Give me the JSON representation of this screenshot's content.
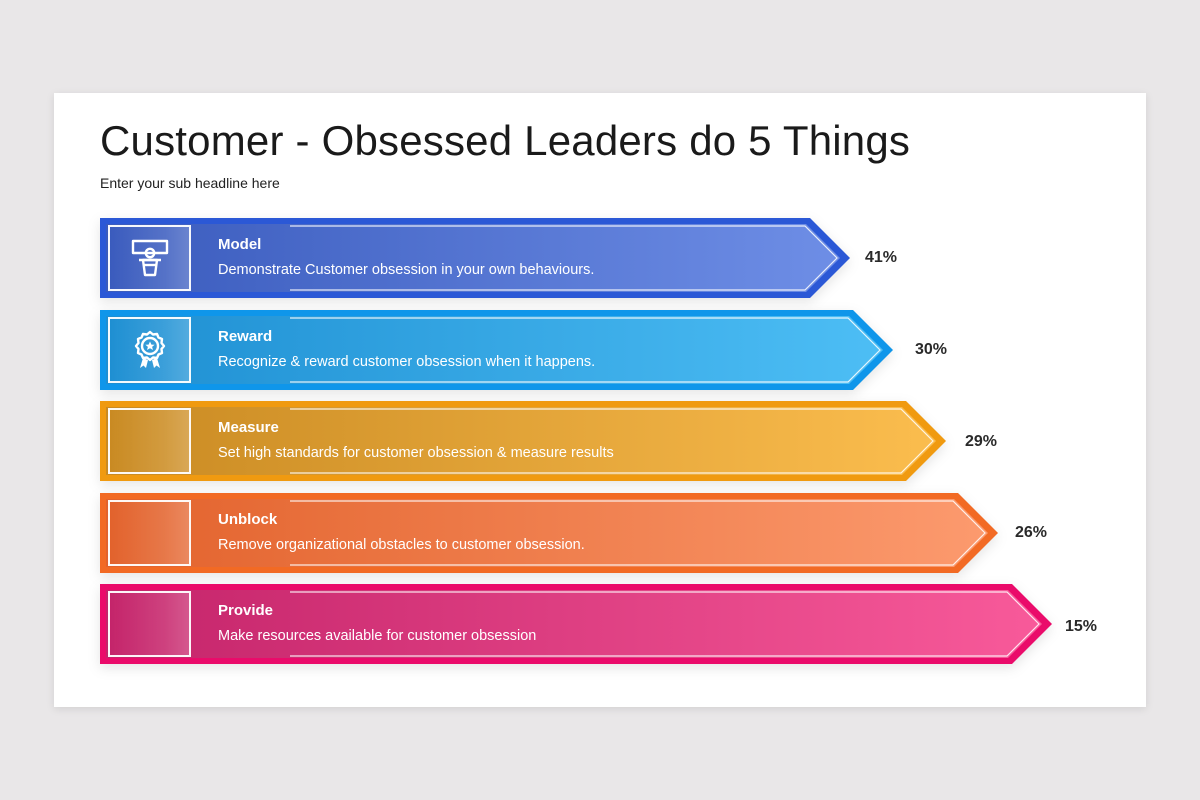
{
  "slide": {
    "title": "Customer - Obsessed Leaders do 5 Things",
    "subtitle": "Enter your sub headline here"
  },
  "items": [
    {
      "title": "Model",
      "description": "Demonstrate Customer obsession in your own behaviours.",
      "percent": "41%",
      "icon": "podium-speaker-icon",
      "colors": {
        "border": "#2b58d6",
        "fill_start": "#3a5bbd",
        "fill_end": "#6e8ee6"
      }
    },
    {
      "title": "Reward",
      "description": "Recognize & reward customer obsession when it happens.",
      "percent": "30%",
      "icon": "award-badge-icon",
      "colors": {
        "border": "#0f96ea",
        "fill_start": "#1e8fd2",
        "fill_end": "#4dbef5"
      }
    },
    {
      "title": "Measure",
      "description": "Set high standards for customer obsession & measure results",
      "percent": "29%",
      "icon": "",
      "colors": {
        "border": "#f09a10",
        "fill_start": "#c98a22",
        "fill_end": "#fbbd4e"
      }
    },
    {
      "title": "Unblock",
      "description": "Remove organizational obstacles to customer obsession.",
      "percent": "26%",
      "icon": "",
      "colors": {
        "border": "#f26a24",
        "fill_start": "#e2622c",
        "fill_end": "#fc9a6e"
      }
    },
    {
      "title": "Provide",
      "description": "Make resources available for customer obsession",
      "percent": "15%",
      "icon": "",
      "colors": {
        "border": "#ea0b6a",
        "fill_start": "#c4246a",
        "fill_end": "#f85a9a"
      }
    }
  ]
}
